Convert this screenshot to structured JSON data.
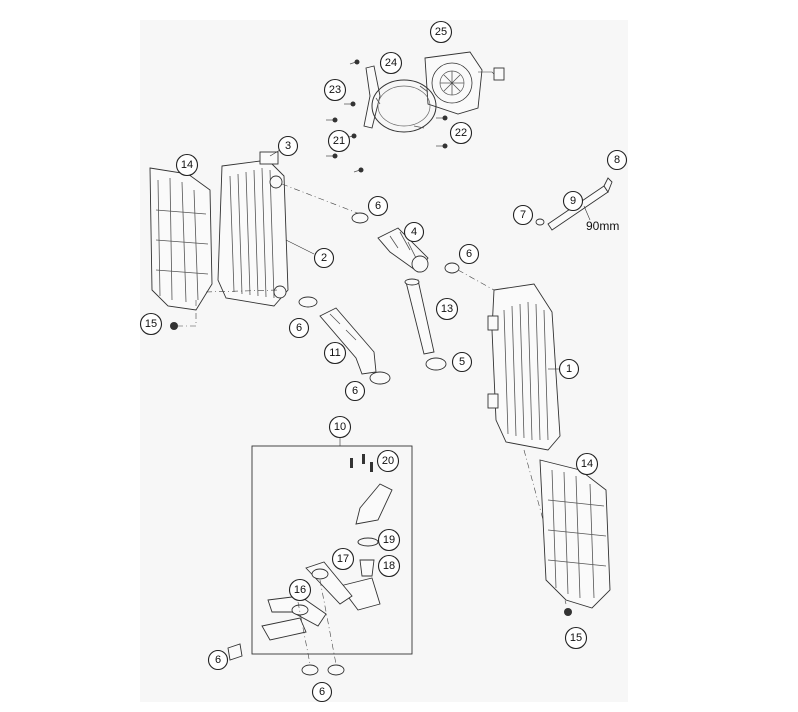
{
  "diagram": {
    "callouts": [
      {
        "id": "c1",
        "label": "1"
      },
      {
        "id": "c2",
        "label": "2"
      },
      {
        "id": "c3",
        "label": "3"
      },
      {
        "id": "c4",
        "label": "4"
      },
      {
        "id": "c5",
        "label": "5"
      },
      {
        "id": "c6a",
        "label": "6"
      },
      {
        "id": "c6b",
        "label": "6"
      },
      {
        "id": "c6c",
        "label": "6"
      },
      {
        "id": "c6d",
        "label": "6"
      },
      {
        "id": "c6e",
        "label": "6"
      },
      {
        "id": "c6f",
        "label": "6"
      },
      {
        "id": "c7",
        "label": "7"
      },
      {
        "id": "c8",
        "label": "8"
      },
      {
        "id": "c9",
        "label": "9"
      },
      {
        "id": "c10",
        "label": "10"
      },
      {
        "id": "c11",
        "label": "11"
      },
      {
        "id": "c13",
        "label": "13"
      },
      {
        "id": "c14a",
        "label": "14"
      },
      {
        "id": "c14b",
        "label": "14"
      },
      {
        "id": "c15a",
        "label": "15"
      },
      {
        "id": "c15b",
        "label": "15"
      },
      {
        "id": "c16",
        "label": "16"
      },
      {
        "id": "c17",
        "label": "17"
      },
      {
        "id": "c18",
        "label": "18"
      },
      {
        "id": "c19",
        "label": "19"
      },
      {
        "id": "c20",
        "label": "20"
      },
      {
        "id": "c21",
        "label": "21"
      },
      {
        "id": "c22",
        "label": "22"
      },
      {
        "id": "c23",
        "label": "23"
      },
      {
        "id": "c24",
        "label": "24"
      },
      {
        "id": "c25",
        "label": "25"
      }
    ],
    "hose_length_note": "90mm"
  }
}
